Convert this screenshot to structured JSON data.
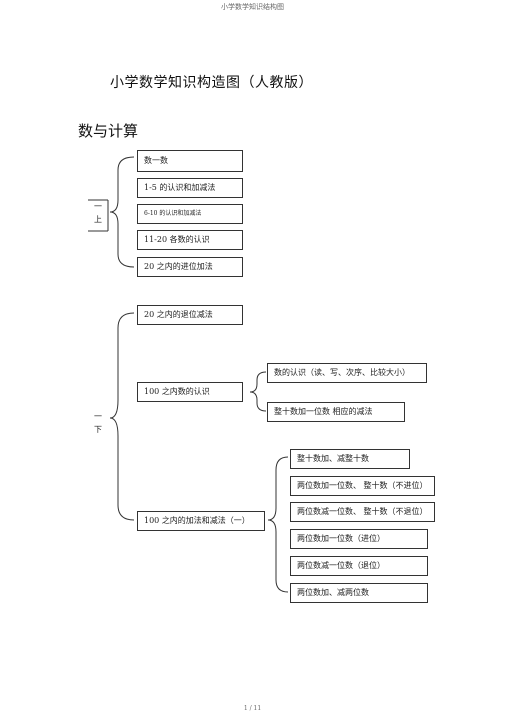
{
  "header": "小学数学知识结构图",
  "title": "小学数学知识构造图（人教版）",
  "section": "数与计算",
  "grade1a": {
    "label_line1": "一",
    "label_line2": "上",
    "items": [
      "数一数",
      "1-5 的认识和加减法",
      "6-10 的认识和加减法",
      "11-20 各数的认识",
      "20 之内的进位加法"
    ]
  },
  "grade1b": {
    "label_line1": "一",
    "label_line2": "下",
    "item_subtract": "20 之内的退位减法",
    "item_100": "100 之内数的认识",
    "sub_100": [
      "数的认识（读、写、次序、比较大小）",
      "整十数加一位数    相应的减法"
    ],
    "item_addsub": "100 之内的加法和减法（一）",
    "sub_addsub": [
      "整十数加、减整十数",
      "两位数加一位数、  整十数（不进位）",
      "两位数减一位数、  整十数（不退位）",
      "两位数加一位数（进位）",
      "两位数减一位数（退位）",
      "两位数加、减两位数"
    ]
  },
  "footer": "1 / 11"
}
